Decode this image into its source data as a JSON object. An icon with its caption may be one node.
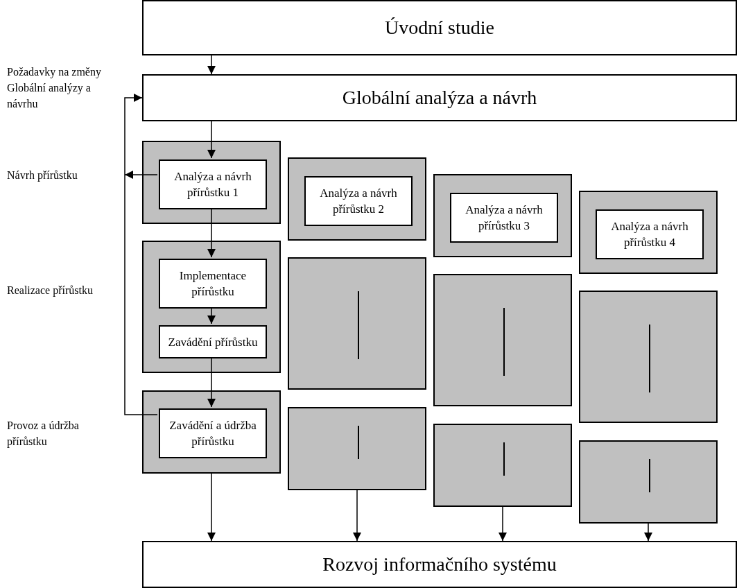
{
  "diagram": {
    "nodes": [
      {
        "text": [
          "Úvodní studie"
        ]
      },
      {
        "text": [
          "Globální analýza a návrh"
        ]
      },
      {
        "text": [],
        "shape": "box"
      },
      {
        "text": [
          "Analýza a návrh přírůstku 1"
        ],
        "in": 2
      },
      {
        "text": [],
        "shape": "box"
      },
      {
        "text": [
          "Analýza a návrh přírůstku 2"
        ],
        "in": 4
      },
      {
        "text": [],
        "shape": "box"
      },
      {
        "text": [
          "Analýza a návrh přírůstku 3"
        ],
        "in": 6
      },
      {
        "text": [],
        "shape": "box"
      },
      {
        "text": [
          "Analýza a návrh přírůstku 4"
        ],
        "in": 8
      },
      {
        "text": [],
        "shape": "box"
      },
      {
        "text": [
          "Implementace přírůstku"
        ],
        "in": 10
      },
      {
        "text": [
          "Zavádění přírůstku"
        ],
        "in": 10
      },
      {
        "text": [],
        "shape": "box"
      },
      {
        "text": [],
        "shape": "box"
      },
      {
        "text": [],
        "shape": "box"
      },
      {
        "text": [],
        "shape": "box"
      },
      {
        "text": [
          "Zavádění a údržba přírůstku"
        ],
        "in": 16
      },
      {
        "text": [],
        "shape": "box"
      },
      {
        "text": [],
        "shape": "box"
      },
      {
        "text": [],
        "shape": "box"
      },
      {
        "text": [
          "Rozvoj informačního systému"
        ]
      }
    ],
    "edges": [
      {
        "from": 0,
        "to": 1,
        "arrow": "to"
      },
      {
        "from": 1,
        "to": 3,
        "arrow": "to"
      },
      {
        "from": 3,
        "to": null,
        "arrow": "to"
      },
      {
        "from": 3,
        "to": 11,
        "arrow": "to"
      },
      {
        "from": 11,
        "to": 12,
        "arrow": "to"
      },
      {
        "from": 12,
        "to": 17,
        "arrow": "to"
      },
      {
        "from": 17,
        "to": 1,
        "arrow": "to"
      },
      {
        "from": 16,
        "to": 21,
        "arrow": "to"
      },
      {
        "from": 18,
        "to": 21,
        "arrow": "to"
      },
      {
        "from": 19,
        "to": 21,
        "arrow": "to"
      },
      {
        "from": 20,
        "to": 21,
        "arrow": "to"
      }
    ],
    "labels": [
      "Požadavky na změny Globální analýzy a návrhu",
      "Návrh přírůstku",
      "Realizace přírůstku",
      "Provoz a údržba přírůstku"
    ]
  }
}
